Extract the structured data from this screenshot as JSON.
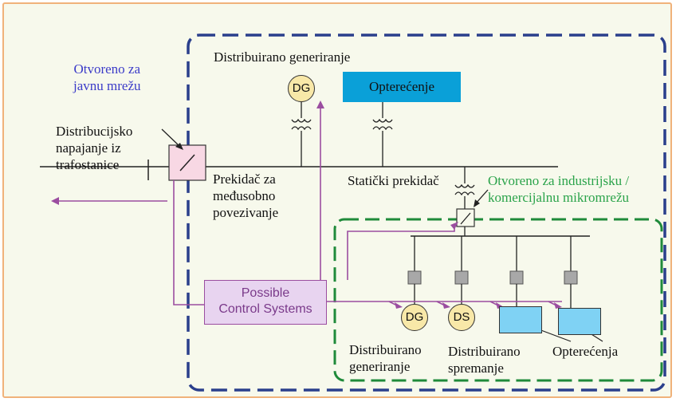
{
  "labels": {
    "open_public": "Otvoreno za\njavnu mrežu",
    "dist_gen_title": "Distribuirano generiranje",
    "dist_supply": "Distribucijsko\nnapajanje iz\ntrafostanice",
    "interconnect_breaker": "Prekidač za\nmeđusobno\npovezivanje",
    "static_breaker": "Statički prekidač",
    "open_industrial": "Otvoreno za industrijsku /\nkomercijalnu mikromrežu",
    "control_systems": "Possible\nControl Systems",
    "load_top": "Opterećenje",
    "dg_top": "DG",
    "dg_bottom": "DG",
    "ds_bottom": "DS",
    "dist_gen_bottom": "Distribuirano\ngeneriranje",
    "dist_storage": "Distribuirano\nspremanje",
    "loads": "Opterećenja"
  },
  "colors": {
    "outer_border": "#2a3f8c",
    "micro_border": "#1f8a3a",
    "control_lines": "#9b4da0",
    "load_fill": "#0aa0d8"
  }
}
